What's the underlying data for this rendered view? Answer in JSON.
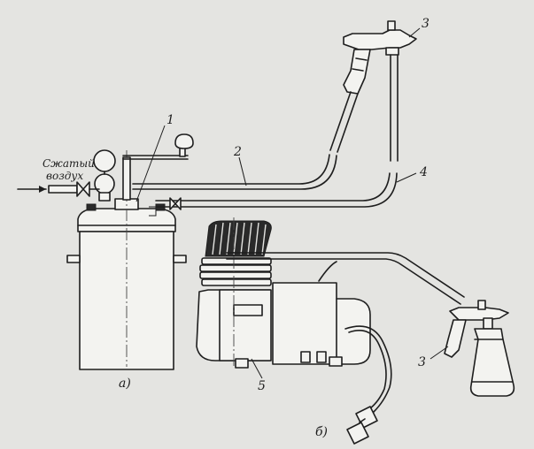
{
  "labels": {
    "air_line1": "Сжатый",
    "air_line2": "воздух",
    "n1": "1",
    "n2": "2",
    "n3_top": "3",
    "n4": "4",
    "n5": "5",
    "n3_bottom": "3",
    "caption_a": "а)",
    "caption_b": "б)"
  },
  "colors": {
    "ink": "#1e1e1e",
    "paper": "#e4e4e1"
  }
}
